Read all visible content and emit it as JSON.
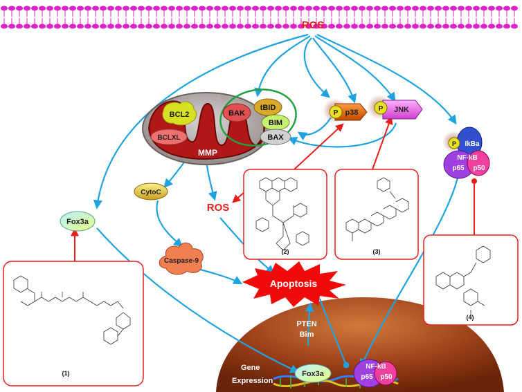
{
  "labels": {
    "ros_top": "ROS",
    "ros_mid": "ROS",
    "bcl2": "BCL2",
    "bclxl": "BCLXL",
    "mmp": "MMP",
    "bak": "BAK",
    "tbid": "tBID",
    "bim": "BIM",
    "bax": "BAX",
    "p_p38": "P",
    "p38": "p38",
    "p_jnk": "P",
    "jnk": "JNK",
    "p_ikba": "P",
    "ikba": "IkBa",
    "nfkb_top": "NF-kB",
    "p65_top": "p65",
    "p50_top": "p50",
    "cytoc": "CytoC",
    "fox3a_left": "Fox3a",
    "caspase9": "Caspase-9",
    "apoptosis": "Apoptosis",
    "pten": "PTEN",
    "bim_nucleus": "Bim",
    "gene": "Gene",
    "expression": "Expression",
    "fox3a_nucleus": "Fox3a",
    "nfkb_nuc": "NF-kB",
    "p65_nuc": "p65",
    "p50_nuc": "p50",
    "compound1": "(1)",
    "compound2": "(2)",
    "compound3": "(3)",
    "compound4": "(4)"
  },
  "colors": {
    "arrow_blue": "#1fa3e0",
    "inhibit_red": "#e8201c",
    "membrane": "#e020c8",
    "ros_text": "#e8201c",
    "apoptosis_burst": "#f00a0a",
    "nucleus": "#a0461e"
  }
}
